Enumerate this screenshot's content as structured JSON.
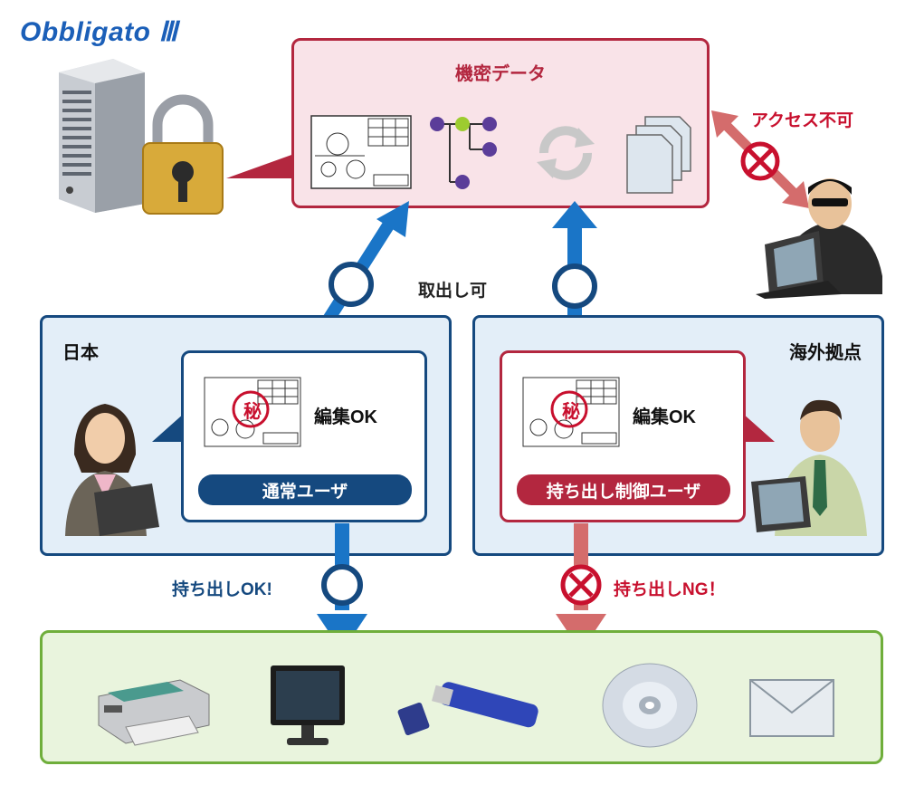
{
  "logo": "Obbligato Ⅲ",
  "confidential_box": {
    "title": "機密データ"
  },
  "access_denied_label": "アクセス不可",
  "extract_allowed_label": "取出し可",
  "japan_box": {
    "title": "日本",
    "edit_label": "編集OK",
    "user_type": "通常ユーザ",
    "stamp": "秘"
  },
  "overseas_box": {
    "title": "海外拠点",
    "edit_label": "編集OK",
    "user_type": "持ち出し制御ユーザ",
    "stamp": "秘"
  },
  "export_ok_label": "持ち出しOK!",
  "export_ng_label": "持ち出しNG！",
  "colors": {
    "brand_blue": "#15497f",
    "arrow_blue": "#1a75c7",
    "alert_red": "#c8102e",
    "confidential_border": "#b3273f",
    "device_border": "#6fae3b"
  },
  "icons": [
    "server-icon",
    "padlock-icon",
    "blueprint-icon",
    "tree-icon",
    "sync-icon",
    "documents-icon",
    "hacker-icon",
    "woman-user-icon",
    "man-user-icon",
    "printer-icon",
    "monitor-icon",
    "usb-drive-icon",
    "cd-icon",
    "envelope-icon"
  ]
}
